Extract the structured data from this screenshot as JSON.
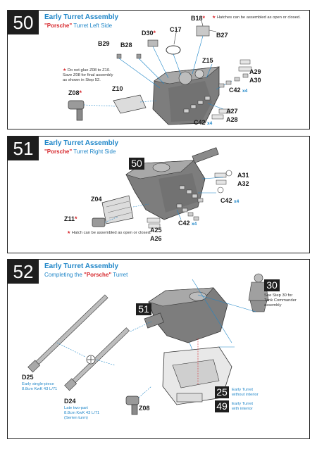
{
  "step50": {
    "number": "50",
    "title": "Early Turret Assembly",
    "subtitle_brand": "\"Porsche\"",
    "subtitle_rest": " Turret Left Side",
    "note_hatches": "Hatches can be assembled as open or closed.",
    "note_glue_1": "Do not glue Z08 to Z10.",
    "note_glue_2": "Save Z08 for final assembly",
    "note_glue_3": "as shown in Step 52.",
    "labels": {
      "b18": "B18",
      "b27": "B27",
      "c17": "C17",
      "d30": "D30",
      "b29": "B29",
      "b28": "B28",
      "z15": "Z15",
      "a29": "A29",
      "a30": "A30",
      "c42a": "C42",
      "c42a_qty": "x4",
      "a27": "A27",
      "a28": "A28",
      "c42b": "C42",
      "c42b_qty": "x4",
      "z10": "Z10",
      "z08": "Z08"
    }
  },
  "step51": {
    "number": "51",
    "title": "Early Turret Assembly",
    "subtitle_brand": "\"Porsche\"",
    "subtitle_rest": " Turret Right Side",
    "ref_step": "50",
    "note_hatch": "Hatch can be assembled as open or closed.",
    "labels": {
      "a31": "A31",
      "a32": "A32",
      "c42a": "C42",
      "c42a_qty": "x4",
      "z04": "Z04",
      "z11": "Z11",
      "c42b": "C42",
      "c42b_qty": "x4",
      "a25": "A25",
      "a26": "A26"
    }
  },
  "step52": {
    "number": "52",
    "title": "Early Turret Assembly",
    "subtitle_pre": "Completing the ",
    "subtitle_brand": "\"Porsche\"",
    "subtitle_post": " Turret",
    "ref_step_turret": "51",
    "ref_step_commander": "30",
    "commander_note_1": "See Step 30 for",
    "commander_note_2": "Tank Commander",
    "commander_note_3": "assembly",
    "d25_label": "D25",
    "d25_desc_1": "Early single-piece",
    "d25_desc_2": "8.8cm KwK 43 L/71",
    "d24_label": "D24",
    "d24_desc_1": "Late two-part",
    "d24_desc_2": "8.8cm KwK 43 L/71",
    "d24_desc_3": "(Serien turm)",
    "z08_label": "Z08",
    "ref_25": "25",
    "ref_25_text_1": "Early Turret",
    "ref_25_text_2": "without interior",
    "ref_49": "49",
    "ref_49_text_1": "Early Turret",
    "ref_49_text_2": "with interior"
  },
  "colors": {
    "accent_blue": "#1f86c8",
    "accent_red": "#d6262b",
    "step_box": "#1e1e1e",
    "part_grey": "#8a8a8a"
  }
}
